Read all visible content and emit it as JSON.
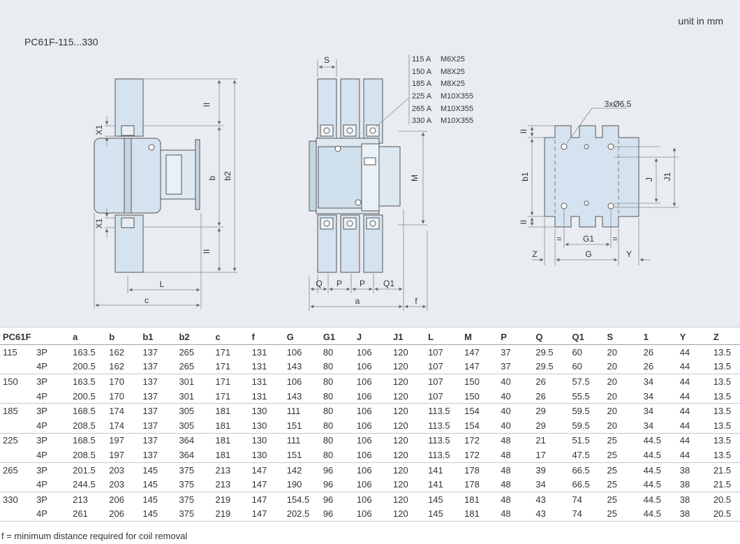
{
  "header": {
    "unit_note": "unit in mm",
    "model_title": "PC61F-115...330"
  },
  "drawing": {
    "side_labels": {
      "x1": "X1",
      "ll": "II",
      "b": "b",
      "b2": "b2",
      "L": "L",
      "c": "c"
    },
    "front_labels": {
      "S": "S",
      "M": "M",
      "Q": "Q",
      "P": "P",
      "Q1": "Q1",
      "a": "a",
      "f": "f"
    },
    "bolt_specs": [
      {
        "amp": "115 A",
        "bolt": "M6X25"
      },
      {
        "amp": "150 A",
        "bolt": "M8X25"
      },
      {
        "amp": "185 A",
        "bolt": "M8X25"
      },
      {
        "amp": "225 A",
        "bolt": "M10X355"
      },
      {
        "amp": "265 A",
        "bolt": "M10X355"
      },
      {
        "amp": "330 A",
        "bolt": "M10X355"
      }
    ],
    "mount_labels": {
      "holes": "3xØ6.5",
      "ll": "II",
      "b1": "b1",
      "J": "J",
      "J1": "J1",
      "G1": "G1",
      "G": "G",
      "Z": "Z",
      "Y": "Y",
      "eq": "="
    }
  },
  "table": {
    "columns": [
      "PC61F",
      "",
      "a",
      "b",
      "b1",
      "b2",
      "c",
      "f",
      "G",
      "G1",
      "J",
      "J1",
      "L",
      "M",
      "P",
      "Q",
      "Q1",
      "S",
      "1",
      "Y",
      "Z"
    ],
    "groups": [
      {
        "model": "115",
        "rows": [
          [
            "3P",
            "163.5",
            "162",
            "137",
            "265",
            "171",
            "131",
            "106",
            "80",
            "106",
            "120",
            "107",
            "147",
            "37",
            "29.5",
            "60",
            "20",
            "26",
            "44",
            "13.5"
          ],
          [
            "4P",
            "200.5",
            "162",
            "137",
            "265",
            "171",
            "131",
            "143",
            "80",
            "106",
            "120",
            "107",
            "147",
            "37",
            "29.5",
            "60",
            "20",
            "26",
            "44",
            "13.5"
          ]
        ]
      },
      {
        "model": "150",
        "rows": [
          [
            "3P",
            "163.5",
            "170",
            "137",
            "301",
            "171",
            "131",
            "106",
            "80",
            "106",
            "120",
            "107",
            "150",
            "40",
            "26",
            "57.5",
            "20",
            "34",
            "44",
            "13.5"
          ],
          [
            "4P",
            "200.5",
            "170",
            "137",
            "301",
            "171",
            "131",
            "143",
            "80",
            "106",
            "120",
            "107",
            "150",
            "40",
            "26",
            "55.5",
            "20",
            "34",
            "44",
            "13.5"
          ]
        ]
      },
      {
        "model": "185",
        "rows": [
          [
            "3P",
            "168.5",
            "174",
            "137",
            "305",
            "181",
            "130",
            "111",
            "80",
            "106",
            "120",
            "113.5",
            "154",
            "40",
            "29",
            "59.5",
            "20",
            "34",
            "44",
            "13.5"
          ],
          [
            "4P",
            "208.5",
            "174",
            "137",
            "305",
            "181",
            "130",
            "151",
            "80",
            "106",
            "120",
            "113.5",
            "154",
            "40",
            "29",
            "59.5",
            "20",
            "34",
            "44",
            "13.5"
          ]
        ]
      },
      {
        "model": "225",
        "rows": [
          [
            "3P",
            "168.5",
            "197",
            "137",
            "364",
            "181",
            "130",
            "111",
            "80",
            "106",
            "120",
            "113.5",
            "172",
            "48",
            "21",
            "51.5",
            "25",
            "44.5",
            "44",
            "13.5"
          ],
          [
            "4P",
            "208.5",
            "197",
            "137",
            "364",
            "181",
            "130",
            "151",
            "80",
            "106",
            "120",
            "113.5",
            "172",
            "48",
            "17",
            "47.5",
            "25",
            "44.5",
            "44",
            "13.5"
          ]
        ]
      },
      {
        "model": "265",
        "rows": [
          [
            "3P",
            "201.5",
            "203",
            "145",
            "375",
            "213",
            "147",
            "142",
            "96",
            "106",
            "120",
            "141",
            "178",
            "48",
            "39",
            "66.5",
            "25",
            "44.5",
            "38",
            "21.5"
          ],
          [
            "4P",
            "244.5",
            "203",
            "145",
            "375",
            "213",
            "147",
            "190",
            "96",
            "106",
            "120",
            "141",
            "178",
            "48",
            "34",
            "66.5",
            "25",
            "44.5",
            "38",
            "21.5"
          ]
        ]
      },
      {
        "model": "330",
        "rows": [
          [
            "3P",
            "213",
            "206",
            "145",
            "375",
            "219",
            "147",
            "154.5",
            "96",
            "106",
            "120",
            "145",
            "181",
            "48",
            "43",
            "74",
            "25",
            "44.5",
            "38",
            "20.5"
          ],
          [
            "4P",
            "261",
            "206",
            "145",
            "375",
            "219",
            "147",
            "202.5",
            "96",
            "106",
            "120",
            "145",
            "181",
            "48",
            "43",
            "74",
            "25",
            "44.5",
            "38",
            "20.5"
          ]
        ]
      }
    ]
  },
  "footnote": "f = minimum distance required for coil removal"
}
